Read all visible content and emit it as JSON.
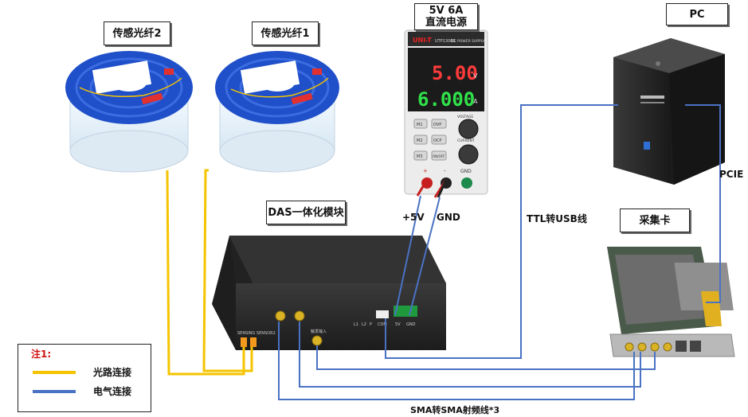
{
  "labels": {
    "fiber2": "传感光纤2",
    "fiber1": "传感光纤1",
    "psu_title_line1": "5V 6A",
    "psu_title_line2": "直流电源",
    "pc": "PC",
    "das": "DAS一体化模块",
    "daq": "采集卡",
    "plus5v": "+5V",
    "gnd": "GND",
    "ttl": "TTL转USB线",
    "pcie": "PCIE",
    "sma": "SMA转SMA射频线*3"
  },
  "psu": {
    "brand": "UNI-T",
    "model": "UTP1306S",
    "subtitle": "DC POWER SUPPLY",
    "voltage": "5.00",
    "voltage_unit": "V",
    "current": "6.000",
    "current_unit": "A",
    "buttons": [
      "M1",
      "OVP",
      "M2",
      "OCP",
      "M3",
      "ON/OFF"
    ],
    "knob_voltage": "VOLTAGE",
    "knob_current": "CURRENT",
    "terminal_labels": [
      "+",
      "-",
      "GND"
    ]
  },
  "das_panel": {
    "sensing_label": "SENSING SENSOR2",
    "ports": [
      "L1",
      "L2",
      "P",
      "COM"
    ],
    "power_labels": [
      "5V",
      "GND"
    ],
    "trigger_label": "触发输入"
  },
  "legend": {
    "title": "注1:",
    "items": [
      {
        "label": "光路连接",
        "color": "#f5c400"
      },
      {
        "label": "电气连接",
        "color": "#4a72c4"
      }
    ]
  },
  "colors": {
    "optical": "#f5c400",
    "electrical": "#4a72c4",
    "spool_blue": "#1f4fc9",
    "device_dark": "#2b2b2b"
  }
}
